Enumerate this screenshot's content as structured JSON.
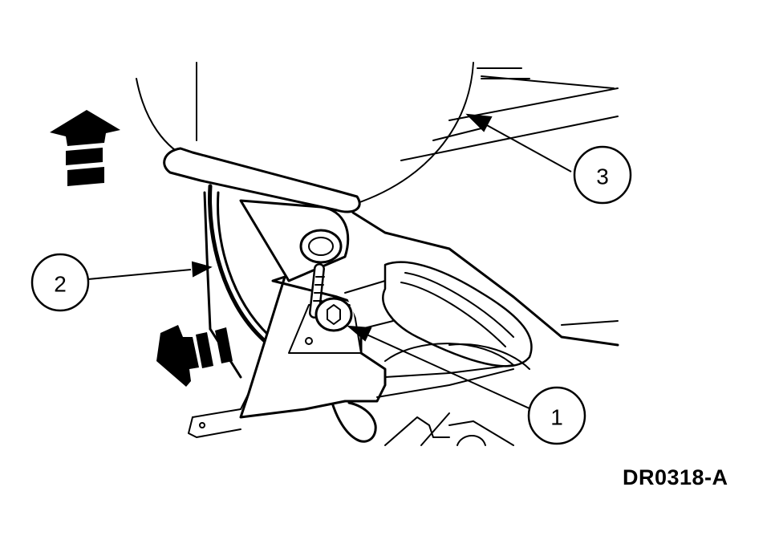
{
  "figure": {
    "code": "DR0318-A",
    "callouts": [
      {
        "number": "1"
      },
      {
        "number": "2"
      },
      {
        "number": "3"
      }
    ]
  }
}
